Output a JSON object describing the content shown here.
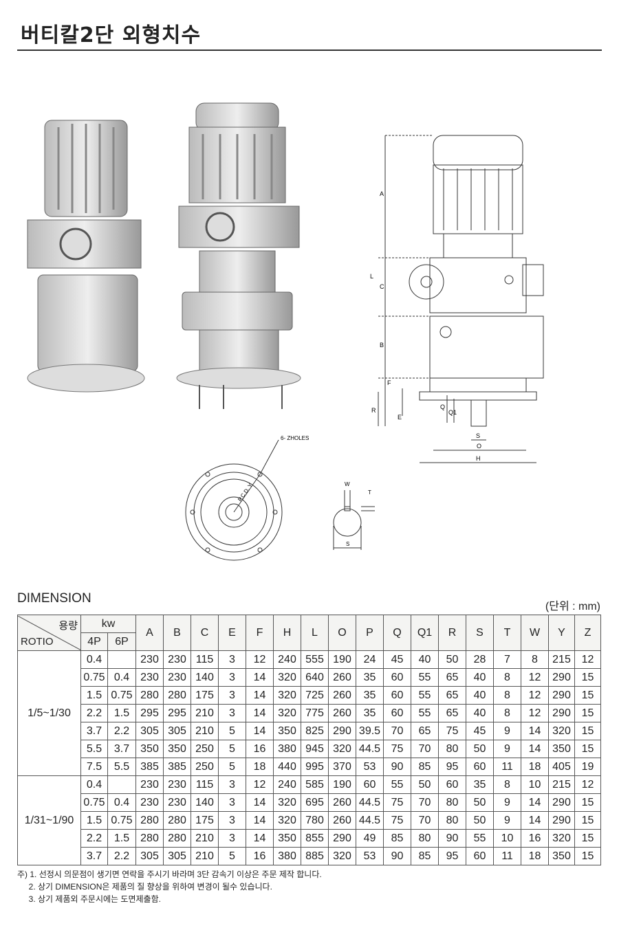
{
  "title": "버티칼2단 외형치수",
  "drawing_labels": {
    "A": "A",
    "L": "L",
    "C": "C",
    "B": "B",
    "F": "F",
    "R": "R",
    "E": "E",
    "Q": "Q",
    "Q1": "Q1",
    "S": "S",
    "O": "O",
    "H": "H",
    "holes": "6- ZHOLES",
    "pcd": "P.C.D. Y",
    "W": "W",
    "T": "T",
    "S2": "S"
  },
  "dimension_label": "DIMENSION",
  "unit": "(단위 : mm)",
  "table": {
    "corner_capacity": "용량",
    "corner_ratio": "ROTIO",
    "kw": "kw",
    "poles": [
      "4P",
      "6P"
    ],
    "columns": [
      "A",
      "B",
      "C",
      "E",
      "F",
      "H",
      "L",
      "O",
      "P",
      "Q",
      "Q1",
      "R",
      "S",
      "T",
      "W",
      "Y",
      "Z"
    ],
    "groups": [
      {
        "ratio": "1/5~1/30",
        "rows": [
          [
            "0.4",
            "",
            "230",
            "230",
            "115",
            "3",
            "12",
            "240",
            "555",
            "190",
            "24",
            "45",
            "40",
            "50",
            "28",
            "7",
            "8",
            "215",
            "12"
          ],
          [
            "0.75",
            "0.4",
            "230",
            "230",
            "140",
            "3",
            "14",
            "320",
            "640",
            "260",
            "35",
            "60",
            "55",
            "65",
            "40",
            "8",
            "12",
            "290",
            "15"
          ],
          [
            "1.5",
            "0.75",
            "280",
            "280",
            "175",
            "3",
            "14",
            "320",
            "725",
            "260",
            "35",
            "60",
            "55",
            "65",
            "40",
            "8",
            "12",
            "290",
            "15"
          ],
          [
            "2.2",
            "1.5",
            "295",
            "295",
            "210",
            "3",
            "14",
            "320",
            "775",
            "260",
            "35",
            "60",
            "55",
            "65",
            "40",
            "8",
            "12",
            "290",
            "15"
          ],
          [
            "3.7",
            "2.2",
            "305",
            "305",
            "210",
            "5",
            "14",
            "350",
            "825",
            "290",
            "39.5",
            "70",
            "65",
            "75",
            "45",
            "9",
            "14",
            "320",
            "15"
          ],
          [
            "5.5",
            "3.7",
            "350",
            "350",
            "250",
            "5",
            "16",
            "380",
            "945",
            "320",
            "44.5",
            "75",
            "70",
            "80",
            "50",
            "9",
            "14",
            "350",
            "15"
          ],
          [
            "7.5",
            "5.5",
            "385",
            "385",
            "250",
            "5",
            "18",
            "440",
            "995",
            "370",
            "53",
            "90",
            "85",
            "95",
            "60",
            "11",
            "18",
            "405",
            "19"
          ]
        ]
      },
      {
        "ratio": "1/31~1/90",
        "rows": [
          [
            "0.4",
            "",
            "230",
            "230",
            "115",
            "3",
            "12",
            "240",
            "585",
            "190",
            "60",
            "55",
            "50",
            "60",
            "35",
            "8",
            "10",
            "215",
            "12"
          ],
          [
            "0.75",
            "0.4",
            "230",
            "230",
            "140",
            "3",
            "14",
            "320",
            "695",
            "260",
            "44.5",
            "75",
            "70",
            "80",
            "50",
            "9",
            "14",
            "290",
            "15"
          ],
          [
            "1.5",
            "0.75",
            "280",
            "280",
            "175",
            "3",
            "14",
            "320",
            "780",
            "260",
            "44.5",
            "75",
            "70",
            "80",
            "50",
            "9",
            "14",
            "290",
            "15"
          ],
          [
            "2.2",
            "1.5",
            "280",
            "280",
            "210",
            "3",
            "14",
            "350",
            "855",
            "290",
            "49",
            "85",
            "80",
            "90",
            "55",
            "10",
            "16",
            "320",
            "15"
          ],
          [
            "3.7",
            "2.2",
            "305",
            "305",
            "210",
            "5",
            "16",
            "380",
            "885",
            "320",
            "53",
            "90",
            "85",
            "95",
            "60",
            "11",
            "18",
            "350",
            "15"
          ]
        ]
      }
    ]
  },
  "notes": [
    "주) 1. 선정시 의문점이 생기면 연락을 주시기 바라며 3단 감속기 이상은 주문 제작 합니다.",
    "     2. 상기 DIMENSION은 제품의 질 향상을 위하여 변경이 될수 있습니다.",
    "     3. 상기 제품외 주문시에는 도면제출함."
  ]
}
